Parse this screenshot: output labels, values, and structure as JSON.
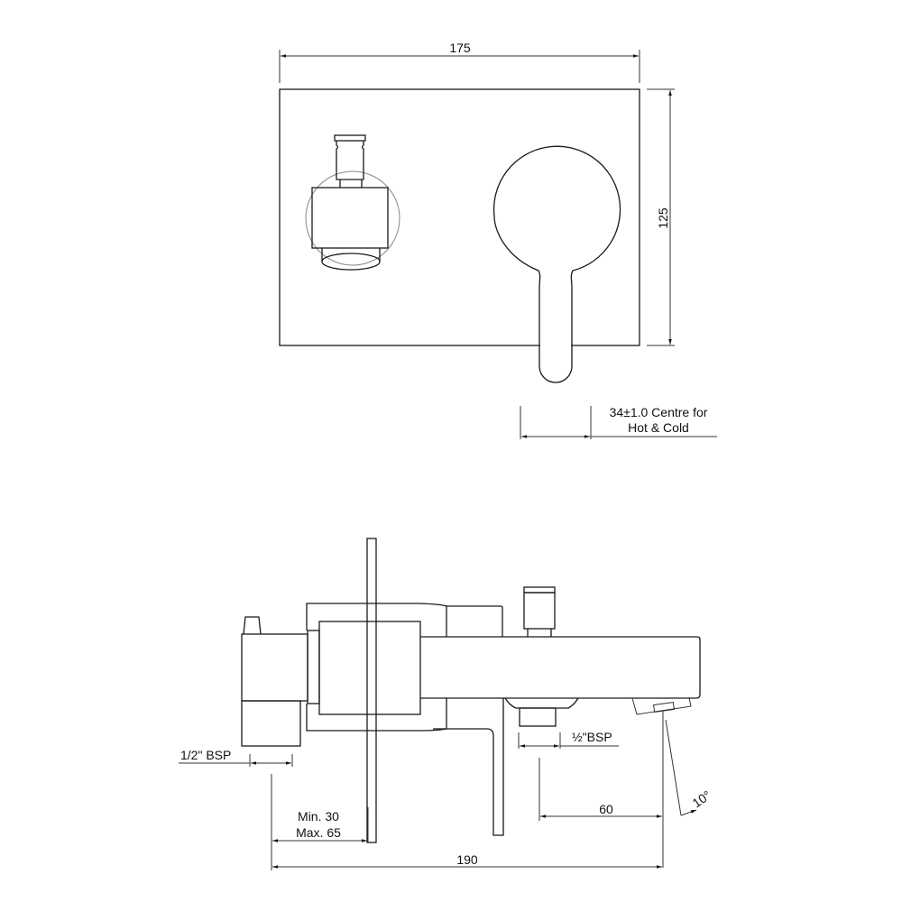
{
  "drawing": {
    "title": "Concealed bath/shower diverter mixer with spout — technical drawing",
    "front_view": {
      "width_dim": "175",
      "height_dim": "125",
      "centre_note_line1": "34±1.0 Centre for",
      "centre_note_line2": "Hot & Cold"
    },
    "side_view": {
      "left_inlet": "1/2\" BSP",
      "right_inlet": "½\"BSP",
      "wall_depth_min": "Min. 30",
      "wall_depth_max": "Max. 65",
      "spout_offset": "60",
      "overall_length": "190",
      "spout_angle": "10°"
    },
    "colors": {
      "line": "#1a1a1a",
      "background": "#ffffff"
    }
  }
}
